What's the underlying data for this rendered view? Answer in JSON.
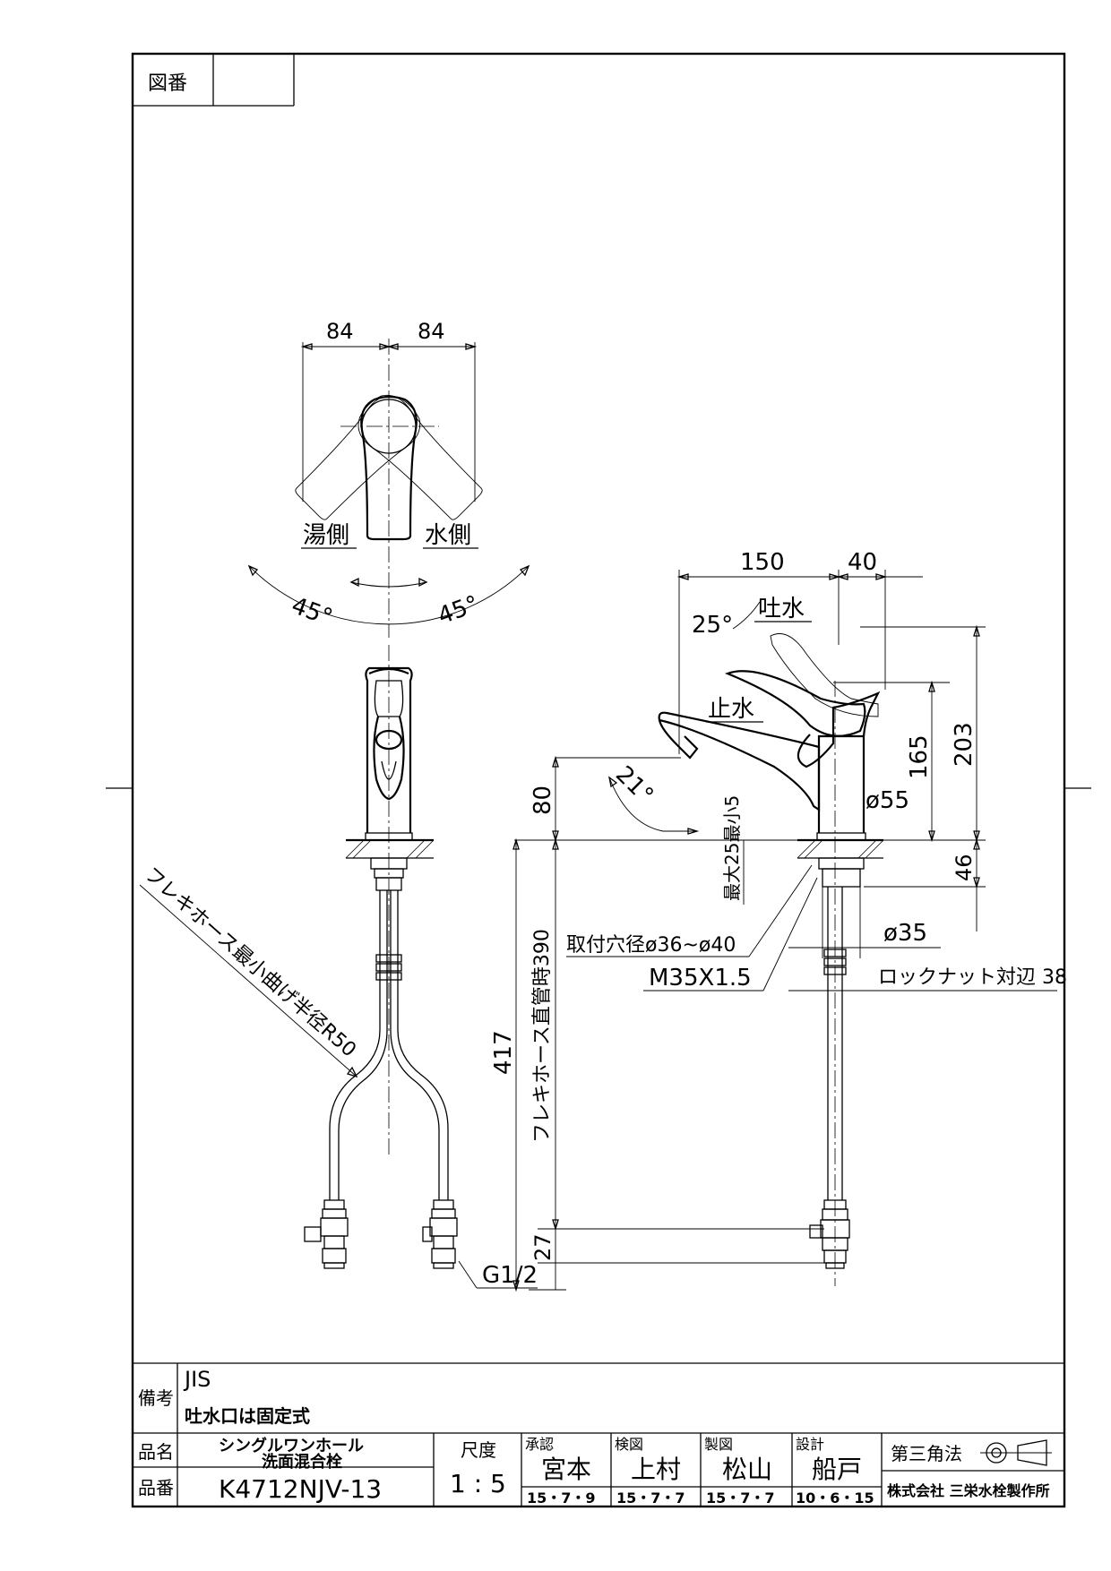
{
  "drawing_no": {
    "label": "図番",
    "value": ""
  },
  "top_view": {
    "dim_left": "84",
    "dim_right": "84",
    "hot_label": "湯側",
    "cold_label": "水側",
    "angle_left": "45°",
    "angle_right": "45°"
  },
  "front_view": {
    "hose_radius_note": "フレキホース最小曲げ半径R50",
    "hose_straight_note": "フレキホース直管時390",
    "dim_total": "417",
    "dim_bottom": "27",
    "thread_note": "G1/2"
  },
  "side_view": {
    "dim_reach": "150",
    "dim_body": "40",
    "angle_open": "25°",
    "open_label": "吐水",
    "close_label": "止水",
    "angle_spout": "21°",
    "dim_spout_height": "80",
    "dim_height_165": "165",
    "dim_height_203": "203",
    "dim_diameter_body": "ø55",
    "counter_thickness": "最大25最小5",
    "dim_46": "46",
    "dim_diameter_35": "ø35",
    "mount_hole": "取付穴径ø36~ø40",
    "thread_size": "M35X1.5",
    "locknut": "ロックナット対辺 38"
  },
  "title_block": {
    "remarks_label": "備考",
    "remarks_line1": "JIS",
    "remarks_line2": "吐水口は固定式",
    "name_label": "品名",
    "name_line1": "シングルワンホール",
    "name_line2": "洗面混合栓",
    "number_label": "品番",
    "number_value": "K4712NJV-13",
    "scale_label": "尺度",
    "scale_value": "1 : 5",
    "approved_label": "承認",
    "approved_name": "宮本",
    "approved_date": "15・7・9",
    "checked_label": "検図",
    "checked_name": "上村",
    "checked_date": "15・7・7",
    "drawn_label": "製図",
    "drawn_name": "松山",
    "drawn_date": "15・7・7",
    "design_label": "設計",
    "design_name": "船戸",
    "design_date": "10・6・15",
    "projection_label": "第三角法",
    "company": "株式会社 三栄水栓製作所"
  }
}
